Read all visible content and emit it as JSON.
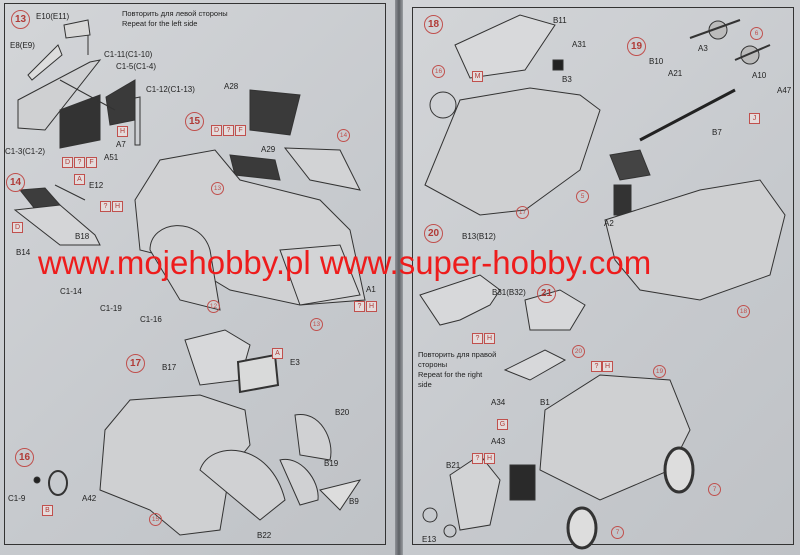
{
  "notes": {
    "left_ru": "Повторить для левой стороны",
    "left_en": "Repeat for the left side",
    "right_ru1": "Повторить для правой",
    "right_ru2": "стороны",
    "right_en1": "Repeat for the right",
    "right_en2": "side"
  },
  "steps": [
    "13",
    "14",
    "15",
    "16",
    "17",
    "18",
    "19",
    "20",
    "21"
  ],
  "subs": {
    "s14": "14",
    "s13": "13",
    "s12": "12",
    "s13b": "13",
    "s15": "15",
    "s17": "17",
    "s5": "5",
    "s6": "6",
    "s18": "18",
    "s19": "19",
    "s20": "20",
    "s7a": "7",
    "s7b": "7",
    "s16": "16"
  },
  "labels": {
    "e10": "E10(E11)",
    "e8": "E8(E9)",
    "c111": "C1-11(C1-10)",
    "c15": "C1-5(C1-4)",
    "c112": "C1-12(C1-13)",
    "c13": "C1-3(C1-2)",
    "a7": "A7",
    "a51": "A51",
    "e12": "E12",
    "b14": "B14",
    "b18": "B18",
    "a28": "A28",
    "a29": "A29",
    "a1": "A1",
    "c114": "C1-14",
    "c119": "C1-19",
    "c116": "C1-16",
    "b17": "B17",
    "e3": "E3",
    "b20": "B20",
    "b19": "B19",
    "b9": "B9",
    "b22": "B22",
    "c19": "C1-9",
    "a42": "A42",
    "b11": "B11",
    "a31": "A31",
    "b3": "B3",
    "b10": "B10",
    "a21": "A21",
    "a3": "A3",
    "a10": "A10",
    "a47": "A47",
    "b7": "B7",
    "a2": "A2",
    "b13": "B13(B12)",
    "b31": "B31(B32)",
    "a34": "A34",
    "b1": "B1",
    "a43": "A43",
    "b21": "B21",
    "e13": "E13"
  },
  "boxes": {
    "h13": "H",
    "d13": "D",
    "q13": "?",
    "f13": "F",
    "a14": "A",
    "q14": "?",
    "h14": "H",
    "d14": "D",
    "d15": "D",
    "q15": "?",
    "f15": "F",
    "q15b": "?",
    "h15b": "H",
    "b16": "B",
    "a17": "A",
    "m18": "M",
    "j19": "J",
    "q20": "?",
    "h20": "H",
    "q21": "?",
    "h21": "H",
    "g21": "G",
    "q21b": "?",
    "h21b": "H"
  },
  "watermark": "www.mojehobby.pl www.super-hobby.com",
  "colors": {
    "accent": "#c0504d",
    "watermark": "#ee1c1c"
  }
}
